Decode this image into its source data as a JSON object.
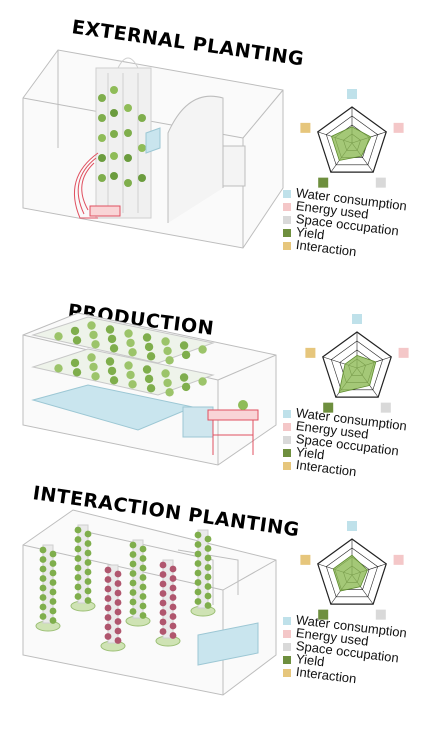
{
  "colors": {
    "water": "#bfe1ea",
    "energy": "#f4c7c8",
    "space": "#d9d9d9",
    "yield": "#6e8f3e",
    "interaction": "#e6c67c",
    "radar_fill": "#8dba55",
    "plant_green": "#7fae4c",
    "plant_red": "#b0566e",
    "pipe_red": "#e05060",
    "tank_blue": "#c9e5ee"
  },
  "legend_labels": [
    "Water consumption",
    "Energy used",
    "Space occupation",
    "Yield",
    "Interaction"
  ],
  "sections": [
    {
      "title": "EXTERNAL PLANTING",
      "radar_levels": [
        0.45,
        0.55,
        0.45,
        0.6,
        0.6
      ]
    },
    {
      "title": "PRODUCTION",
      "radar_levels": [
        0.35,
        0.55,
        0.6,
        0.85,
        0.35
      ]
    },
    {
      "title": "INTERACTION PLANTING",
      "radar_levels": [
        0.55,
        0.45,
        0.4,
        0.55,
        0.55
      ]
    }
  ],
  "chart_data": [
    {
      "type": "radar",
      "categories": [
        "Water consumption",
        "Energy used",
        "Space occupation",
        "Yield",
        "Interaction"
      ],
      "values": [
        0.45,
        0.55,
        0.45,
        0.6,
        0.6
      ]
    },
    {
      "type": "radar",
      "categories": [
        "Water consumption",
        "Energy used",
        "Space occupation",
        "Yield",
        "Interaction"
      ],
      "values": [
        0.35,
        0.55,
        0.6,
        0.85,
        0.35
      ]
    },
    {
      "type": "radar",
      "categories": [
        "Water consumption",
        "Energy used",
        "Space occupation",
        "Yield",
        "Interaction"
      ],
      "values": [
        0.55,
        0.45,
        0.4,
        0.55,
        0.55
      ]
    }
  ]
}
